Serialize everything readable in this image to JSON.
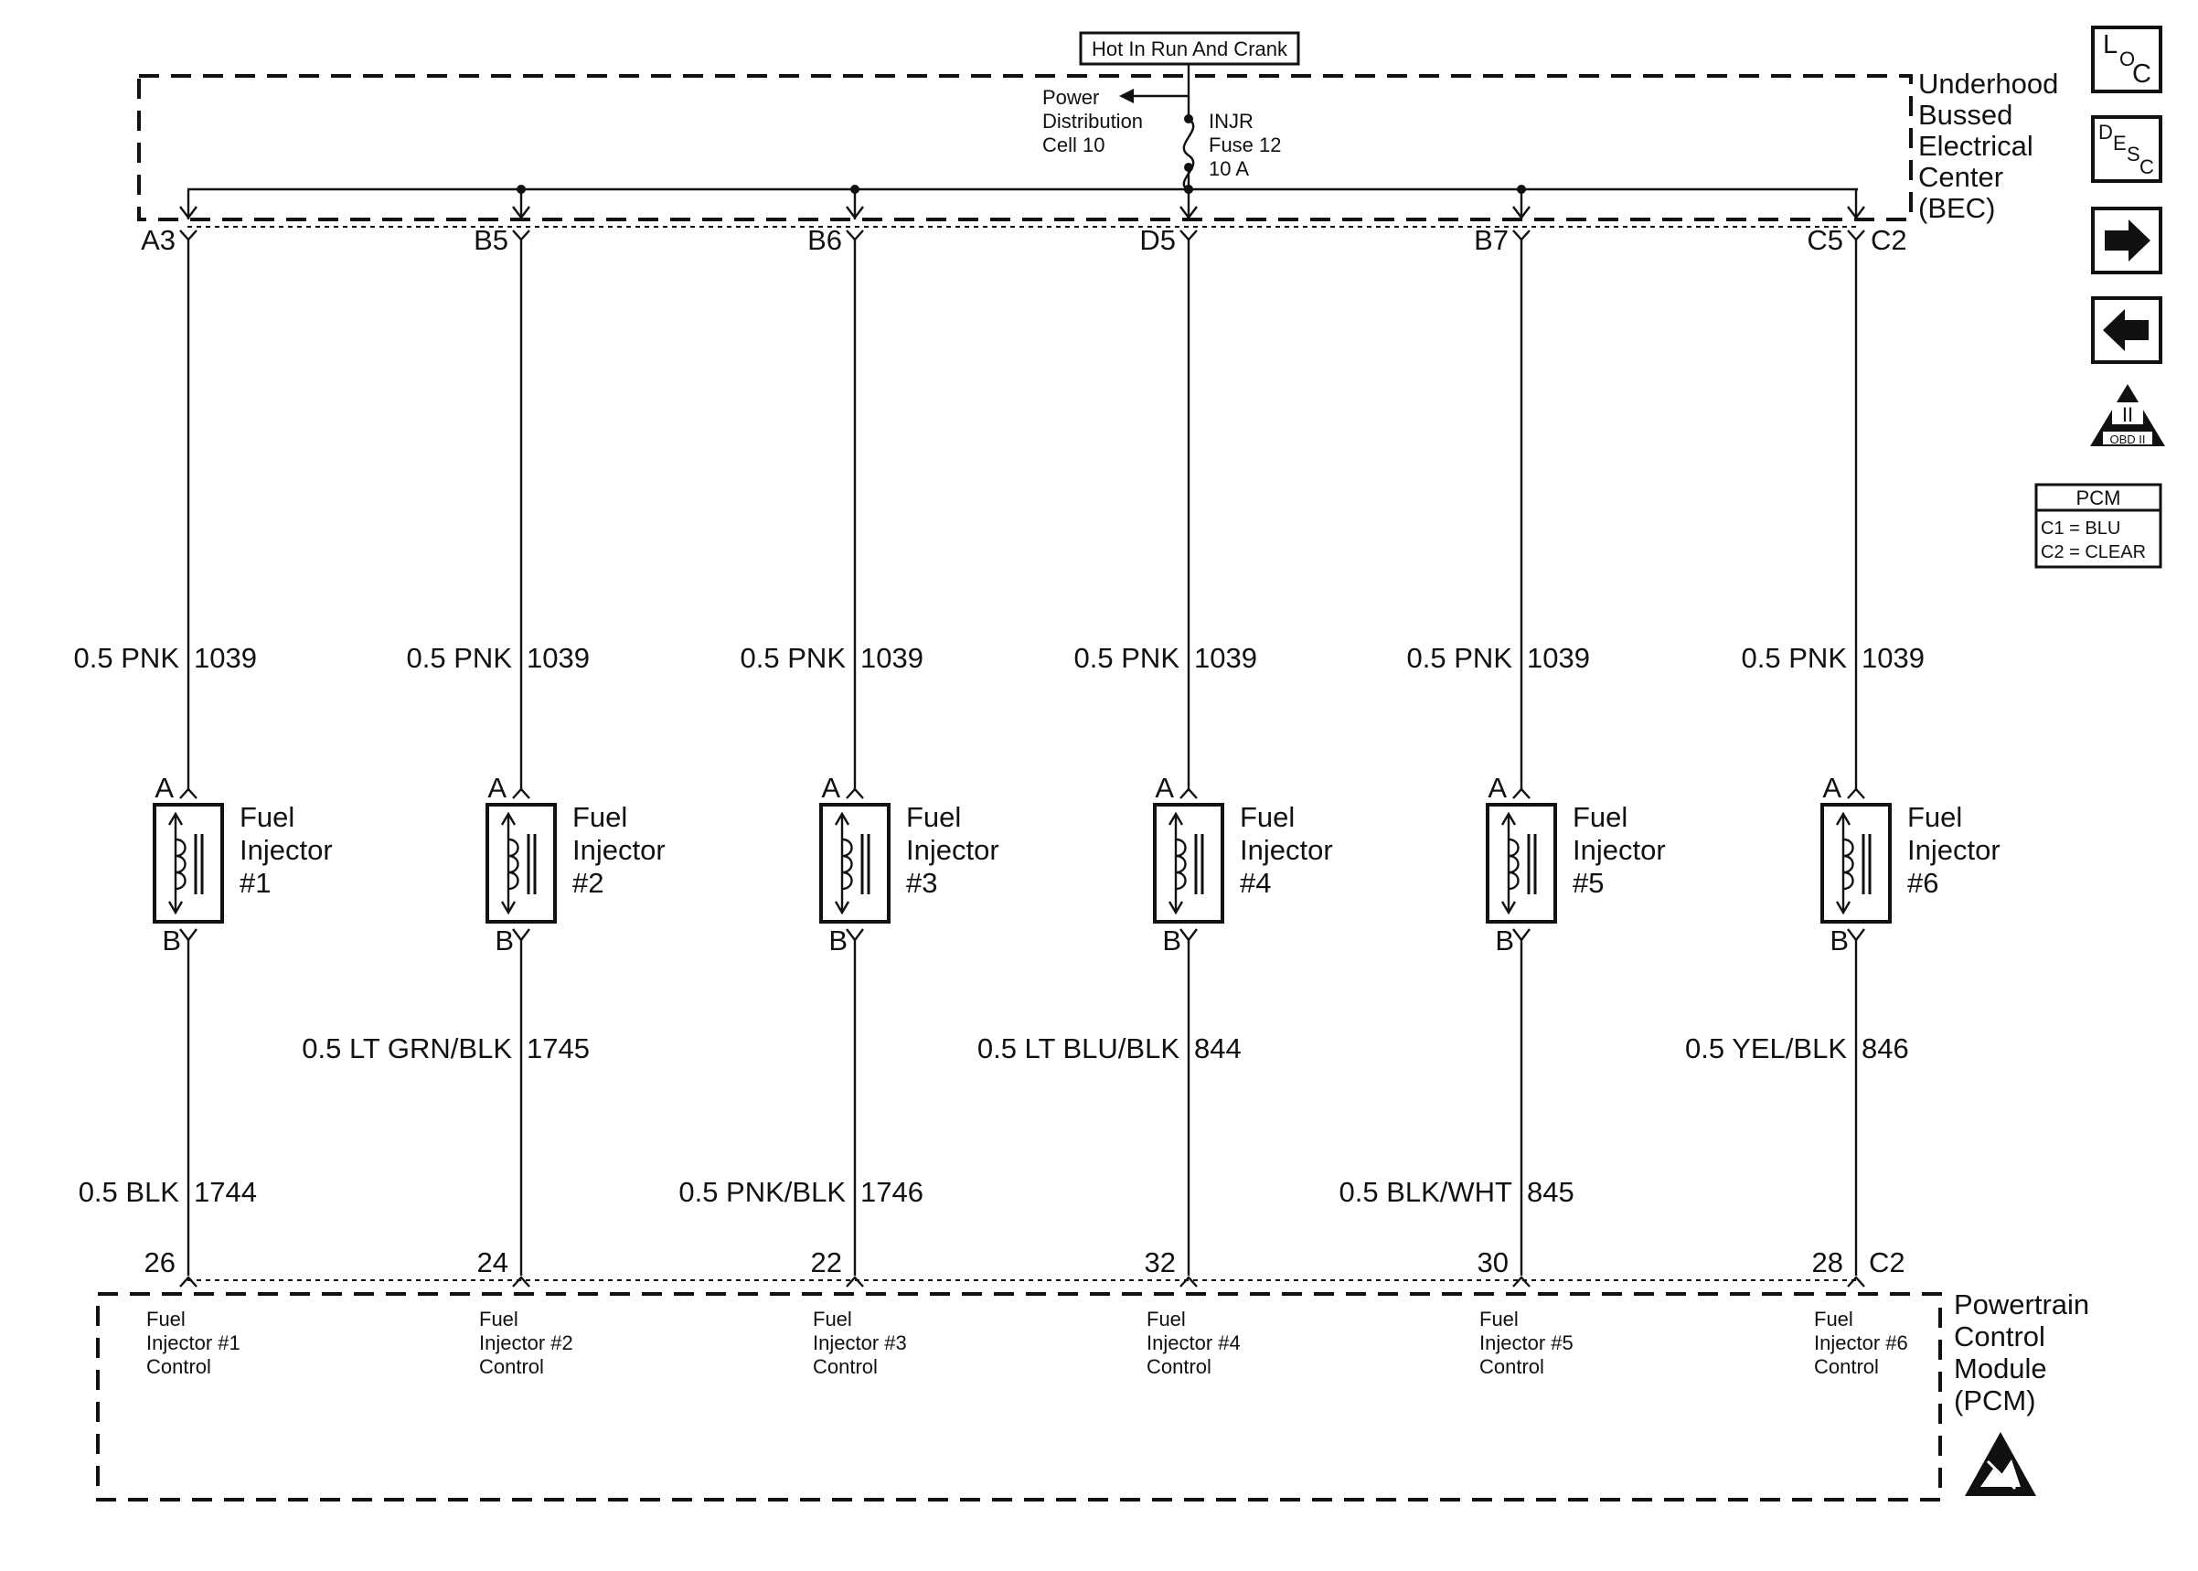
{
  "supply": {
    "hot_label": "Hot In Run And Crank",
    "pdc_line1": "Power",
    "pdc_line2": "Distribution",
    "pdc_line3": "Cell 10",
    "fuse_line1": "INJR",
    "fuse_line2": "Fuse 12",
    "fuse_line3": "10 A"
  },
  "bec": {
    "line1": "Underhood",
    "line2": "Bussed",
    "line3": "Electrical",
    "line4": "Center",
    "line5": "(BEC)",
    "connector": "C2"
  },
  "pcm": {
    "line1": "Powertrain",
    "line2": "Control",
    "line3": "Module",
    "line4": "(PCM)",
    "connector": "C2"
  },
  "legend": {
    "title": "PCM",
    "row1": "C1 = BLU",
    "row2": "C2 = CLEAR"
  },
  "nav": {
    "loc": {
      "a": "L",
      "b": "O",
      "c": "C"
    },
    "desc": {
      "a": "D",
      "b": "E",
      "c": "S",
      "d": "C"
    },
    "obd": {
      "top": "II",
      "bottom": "OBD II"
    }
  },
  "injectors": [
    {
      "bec_pin": "A3",
      "top_wire": "0.5 PNK",
      "top_circuit": "1039",
      "pin_a": "A",
      "pin_b": "B",
      "name1": "Fuel",
      "name2": "Injector",
      "name3": "#1",
      "bottom_wire": "0.5 BLK",
      "bottom_circuit": "1744",
      "pcm_pin": "26",
      "pcm_label1": "Fuel",
      "pcm_label2": "Injector #1",
      "pcm_label3": "Control"
    },
    {
      "bec_pin": "B5",
      "top_wire": "0.5 PNK",
      "top_circuit": "1039",
      "pin_a": "A",
      "pin_b": "B",
      "name1": "Fuel",
      "name2": "Injector",
      "name3": "#2",
      "bottom_wire": "0.5 LT GRN/BLK",
      "bottom_circuit": "1745",
      "pcm_pin": "24",
      "pcm_label1": "Fuel",
      "pcm_label2": "Injector #2",
      "pcm_label3": "Control"
    },
    {
      "bec_pin": "B6",
      "top_wire": "0.5 PNK",
      "top_circuit": "1039",
      "pin_a": "A",
      "pin_b": "B",
      "name1": "Fuel",
      "name2": "Injector",
      "name3": "#3",
      "bottom_wire": "0.5 PNK/BLK",
      "bottom_circuit": "1746",
      "pcm_pin": "22",
      "pcm_label1": "Fuel",
      "pcm_label2": "Injector #3",
      "pcm_label3": "Control"
    },
    {
      "bec_pin": "D5",
      "top_wire": "0.5 PNK",
      "top_circuit": "1039",
      "pin_a": "A",
      "pin_b": "B",
      "name1": "Fuel",
      "name2": "Injector",
      "name3": "#4",
      "bottom_wire": "0.5 LT BLU/BLK",
      "bottom_circuit": "844",
      "pcm_pin": "32",
      "pcm_label1": "Fuel",
      "pcm_label2": "Injector #4",
      "pcm_label3": "Control"
    },
    {
      "bec_pin": "B7",
      "top_wire": "0.5 PNK",
      "top_circuit": "1039",
      "pin_a": "A",
      "pin_b": "B",
      "name1": "Fuel",
      "name2": "Injector",
      "name3": "#5",
      "bottom_wire": "0.5 BLK/WHT",
      "bottom_circuit": "845",
      "pcm_pin": "30",
      "pcm_label1": "Fuel",
      "pcm_label2": "Injector #5",
      "pcm_label3": "Control"
    },
    {
      "bec_pin": "C5",
      "top_wire": "0.5 PNK",
      "top_circuit": "1039",
      "pin_a": "A",
      "pin_b": "B",
      "name1": "Fuel",
      "name2": "Injector",
      "name3": "#6",
      "bottom_wire": "0.5 YEL/BLK",
      "bottom_circuit": "846",
      "pcm_pin": "28",
      "pcm_label1": "Fuel",
      "pcm_label2": "Injector #6",
      "pcm_label3": "Control"
    }
  ]
}
